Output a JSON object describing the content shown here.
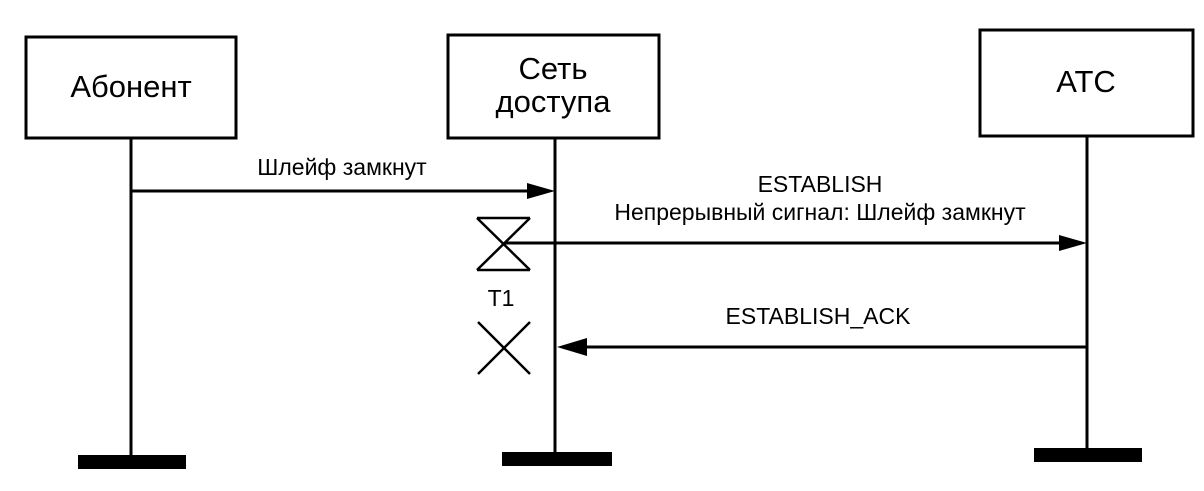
{
  "participants": [
    {
      "id": "subscriber",
      "lines": [
        "Абонент"
      ]
    },
    {
      "id": "access_network",
      "lines": [
        "Сеть",
        "доступа"
      ]
    },
    {
      "id": "exchange",
      "lines": [
        "АТС"
      ]
    }
  ],
  "messages": [
    {
      "from": "subscriber",
      "to": "access_network",
      "lines": [
        "Шлейф замкнут"
      ]
    },
    {
      "from": "access_network",
      "to": "exchange",
      "lines": [
        "ESTABLISH",
        "Непрерывный сигнал: Шлейф замкнут"
      ]
    },
    {
      "from": "exchange",
      "to": "access_network",
      "lines": [
        "ESTABLISH_ACK"
      ]
    }
  ],
  "timer": {
    "label": "T1"
  }
}
